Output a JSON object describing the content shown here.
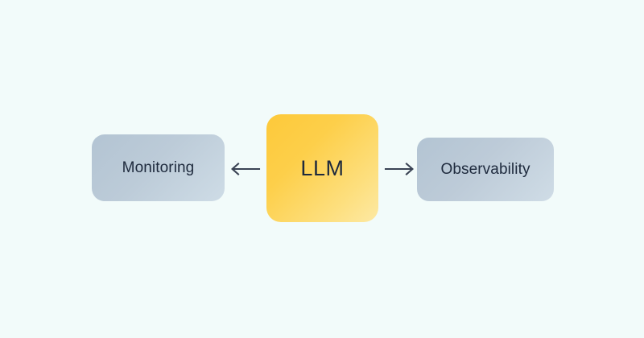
{
  "diagram": {
    "background_color": "#f2fbfa",
    "text_color": "#1e2a3d",
    "arrow_color": "#3a4354",
    "nodes": [
      {
        "id": "monitoring",
        "label": "Monitoring",
        "role": "source-signal",
        "fill_start": "#b3c4d3",
        "fill_end": "#cedce6"
      },
      {
        "id": "llm",
        "label": "LLM",
        "role": "center",
        "fill_start": "#fdc93a",
        "fill_end": "#fde9a4"
      },
      {
        "id": "observability",
        "label": "Observability",
        "role": "target-signal",
        "fill_start": "#b3c4d3",
        "fill_end": "#cfdce6"
      }
    ],
    "edges": [
      {
        "id": "llm-to-monitoring",
        "from": "llm",
        "to": "monitoring",
        "direction": "left",
        "glyph": "arrow-left"
      },
      {
        "id": "llm-to-observability",
        "from": "llm",
        "to": "observability",
        "direction": "right",
        "glyph": "arrow-right"
      }
    ]
  }
}
